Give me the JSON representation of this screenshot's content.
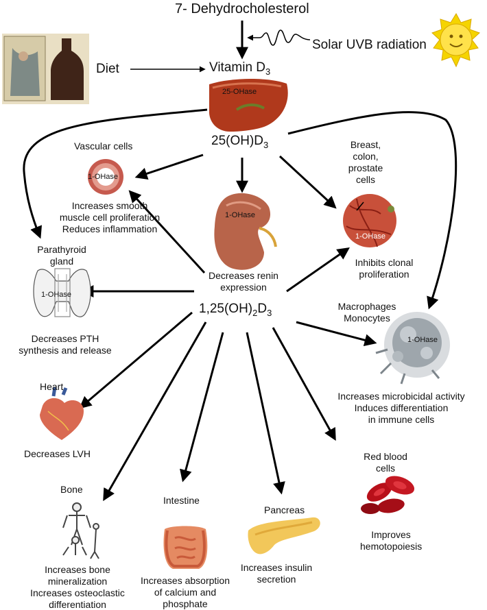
{
  "top": {
    "precursor": "7- Dehydrocholesterol",
    "uvb": "Solar UVB radiation",
    "diet": "Diet",
    "vitamin_d3_main": "Vitamin D",
    "vitamin_d3_sub": "3"
  },
  "liver": {
    "enzyme": "25-OHase"
  },
  "calcidiol": {
    "main": "25(OH)D",
    "sub": "3"
  },
  "kidney": {
    "enzyme": "1-OHase",
    "effect": [
      "Decreases renin",
      "expression"
    ]
  },
  "calcitriol": {
    "p1": "1,25(OH)",
    "s1": "2",
    "p2": "D",
    "s2": "3"
  },
  "vascular": {
    "title": "Vascular cells",
    "enzyme": "1-OHase",
    "effect": [
      "Increases smooth",
      "muscle cell proliferation",
      "Reduces inflammation"
    ]
  },
  "breast": {
    "title": [
      "Breast,",
      "colon,",
      "prostate",
      "cells"
    ],
    "enzyme": "1-OHase",
    "effect": [
      "Inhibits clonal",
      "proliferation"
    ]
  },
  "parathyroid": {
    "title": [
      "Parathyroid",
      "gland"
    ],
    "enzyme": "1-OHase",
    "effect": [
      "Decreases PTH",
      "synthesis and release"
    ]
  },
  "macrophage": {
    "title": [
      "Macrophages",
      "Monocytes"
    ],
    "enzyme": "1-OHase",
    "effect": [
      "Increases microbicidal activity",
      "Induces differentiation",
      "in immune cells"
    ]
  },
  "heart": {
    "title": "Heart",
    "effect": "Decreases LVH"
  },
  "rbc": {
    "title": [
      "Red blood",
      "cells"
    ],
    "effect": [
      "Improves",
      "hemotopoiesis"
    ]
  },
  "bone": {
    "title": "Bone",
    "effect": [
      "Increases bone",
      "mineralization",
      "Increases osteoclastic",
      "differentiation"
    ]
  },
  "intestine": {
    "title": "Intestine",
    "effect": [
      "Increases absorption",
      "of calcium and",
      "phosphate"
    ]
  },
  "pancreas": {
    "title": "Pancreas",
    "effect": [
      "Increases insulin",
      "secretion"
    ]
  },
  "colors": {
    "arrow": "#000000",
    "liver": "#b0391c",
    "kidney": "#b8644a",
    "sun": "#f5d400",
    "blood": "#b8101a",
    "tissue": "#c8503a"
  },
  "icons": [
    "sun-icon",
    "liver-icon",
    "kidney-icon",
    "vessel-icon",
    "tissue-section-icon",
    "thyroid-icon",
    "macrophage-icon",
    "heart-icon",
    "red-blood-cells-icon",
    "skeleton-icon",
    "intestine-icon",
    "pancreas-icon",
    "diet-photo-icon"
  ]
}
